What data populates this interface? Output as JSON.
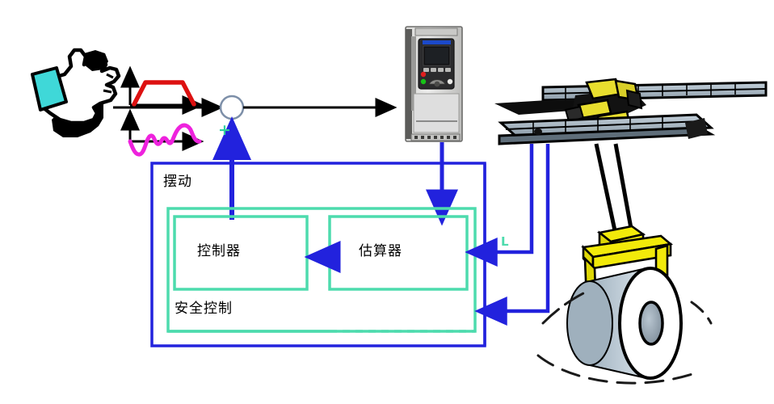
{
  "diagram": {
    "title": "Anti-sway crane control block diagram",
    "type": "control-system-block-diagram"
  },
  "labels": {
    "swing": "摆动",
    "controller": "控制器",
    "estimator": "估算器",
    "safety_control": "安全控制",
    "length_symbol": "L",
    "plus_sign": "+"
  },
  "nodes": [
    {
      "id": "operator",
      "name": "operator-hand-joystick",
      "label": ""
    },
    {
      "id": "velocity-profile",
      "name": "velocity-reference-waveform",
      "label": ""
    },
    {
      "id": "sway-profile",
      "name": "sway-signal-waveform",
      "label": ""
    },
    {
      "id": "summing-junction",
      "name": "summing-junction",
      "label": "+"
    },
    {
      "id": "vfd",
      "name": "variable-frequency-drive",
      "label": ""
    },
    {
      "id": "crane",
      "name": "gantry-crane",
      "label": ""
    },
    {
      "id": "load",
      "name": "steel-coil-load",
      "label": ""
    },
    {
      "id": "controller",
      "name": "controller-block",
      "label": "控制器"
    },
    {
      "id": "estimator",
      "name": "estimator-block",
      "label": "估算器"
    },
    {
      "id": "safety",
      "name": "safety-control-block",
      "label": "安全控制"
    },
    {
      "id": "swing-frame",
      "name": "swing-outer-frame",
      "label": "摆动"
    }
  ],
  "colors": {
    "blue_signal": "#2222dd",
    "teal_block": "#4ddbad",
    "red_waveform": "#dd1111",
    "magenta_waveform": "#ee22dd",
    "cyan_joystick": "#3fd8d8",
    "yellow_hoist": "#f2ea0a",
    "black_line": "#000000",
    "steel_gray": "#aab8c4",
    "plus_green": "#2ecf9e"
  },
  "chart_data": {
    "type": "line",
    "title": "",
    "charts": [
      {
        "name": "velocity-reference-waveform",
        "color": "#dd1111",
        "xlabel": "",
        "ylabel": "",
        "description": "trapezoidal velocity reference profile",
        "x": [
          0,
          1,
          2,
          3,
          4
        ],
        "y": [
          0,
          1,
          1,
          0,
          0
        ]
      },
      {
        "name": "sway-signal-waveform",
        "color": "#ee22dd",
        "xlabel": "",
        "ylabel": "",
        "description": "damped sway oscillation signal",
        "x": [
          0,
          0.5,
          1,
          1.5,
          2,
          2.5,
          3,
          3.5,
          4,
          4.5,
          5
        ],
        "y": [
          0,
          -0.85,
          0.35,
          -0.2,
          0.18,
          -0.12,
          0.15,
          0.7,
          0.9,
          0.3,
          0
        ]
      }
    ]
  }
}
